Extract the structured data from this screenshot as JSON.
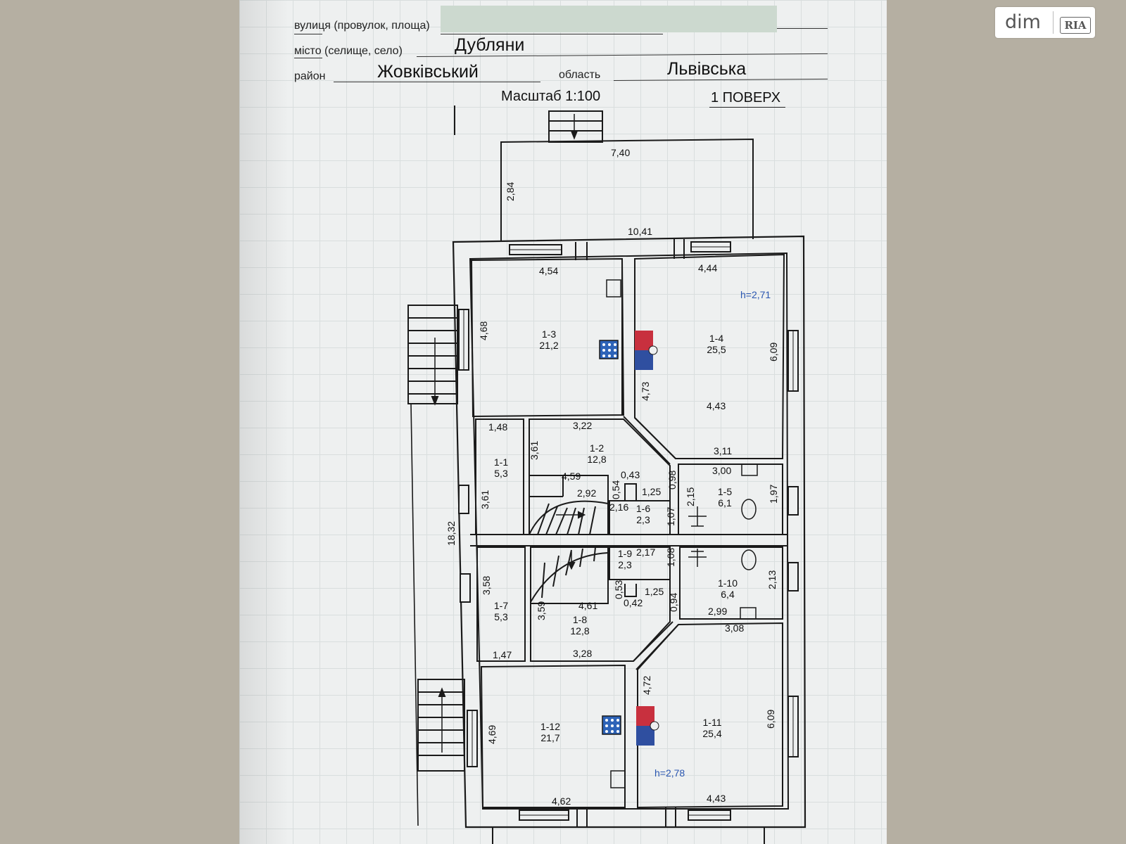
{
  "header": {
    "street_label": "вулиця (провулок, площа)",
    "city_label": "місто (селище, село)",
    "city_value": "Дубляни",
    "district_label": "район",
    "district_value": "Жовківський",
    "region_label": "область",
    "region_value": "Львівська",
    "scale": "Масштаб  1:100",
    "floor": "1 ПОВЕРХ"
  },
  "logo": {
    "left": "dim",
    "right": "RIA"
  },
  "plan": {
    "outer_dims": [
      "7,40",
      "2,84",
      "10,41",
      "18,32"
    ],
    "rooms": [
      {
        "id": "1-1",
        "area": "5,3"
      },
      {
        "id": "1-2",
        "area": "12,8"
      },
      {
        "id": "1-3",
        "area": "21,2"
      },
      {
        "id": "1-4",
        "area": "25,5"
      },
      {
        "id": "1-5",
        "area": "6,1"
      },
      {
        "id": "1-6",
        "area": "2,3"
      },
      {
        "id": "1-7",
        "area": "5,3"
      },
      {
        "id": "1-8",
        "area": "12,8"
      },
      {
        "id": "1-9",
        "area": "2,3"
      },
      {
        "id": "1-10",
        "area": "6,4"
      },
      {
        "id": "1-11",
        "area": "25,4"
      },
      {
        "id": "1-12",
        "area": "21,7"
      }
    ],
    "heights": [
      "h=2,71",
      "h=2,78"
    ],
    "dims": [
      "4,54",
      "4,44",
      "4,68",
      "6,09",
      "4,73",
      "4,43",
      "1,48",
      "3,22",
      "3,61",
      "3,11",
      "4,59",
      "0,54",
      "0,43",
      "0,98",
      "3,00",
      "2,92",
      "1,25",
      "2,15",
      "1,97",
      "3,61",
      "2,16",
      "1,07",
      "2,17",
      "1,08",
      "3,58",
      "0,53",
      "1,25",
      "2,13",
      "3,59",
      "4,61",
      "0,42",
      "0,94",
      "2,99",
      "3,08",
      "1,47",
      "3,28",
      "4,72",
      "4,69",
      "6,09",
      "4,62",
      "4,43"
    ]
  }
}
